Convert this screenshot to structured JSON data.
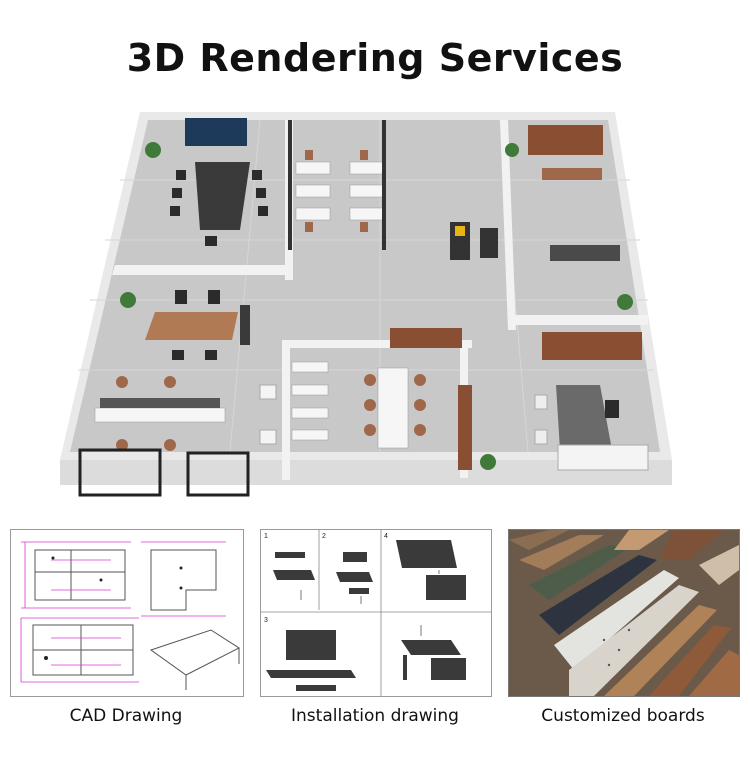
{
  "title": "3D Rendering Services",
  "panels": [
    {
      "caption": "CAD Drawing",
      "icon": "cad-drawing-image"
    },
    {
      "caption": "Installation drawing",
      "icon": "installation-drawing-image"
    },
    {
      "caption": "Customized boards",
      "icon": "board-samples-image"
    }
  ],
  "colors": {
    "floor": "#c9c9c9",
    "wall": "#f4f4f4",
    "wood": "#a0684a",
    "dark_chair": "#2b2b2b",
    "cad_magenta": "#d23ad2",
    "accent_yellow": "#e8b416"
  }
}
